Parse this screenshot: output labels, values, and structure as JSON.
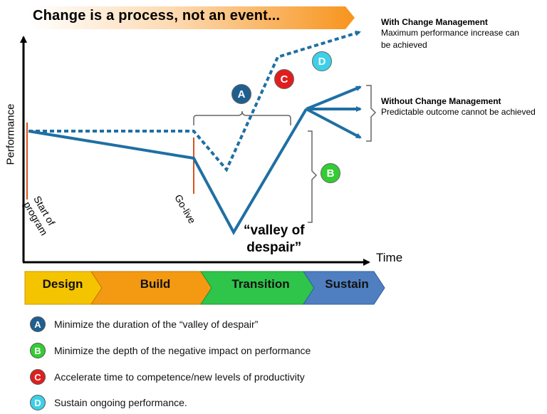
{
  "title": "Change is a process, not an event...",
  "axis": {
    "y_label": "Performance",
    "x_label": "Time"
  },
  "milestones": {
    "start": [
      "Start of",
      "program"
    ],
    "golive": "Go-live"
  },
  "valley": [
    "“valley of",
    "despair”"
  ],
  "with_cm": {
    "heading": "With Change Management",
    "line1": "Maximum performance increase can",
    "line2": "be achieved"
  },
  "without_cm": {
    "heading": "Without Change Management",
    "text": "Predictable outcome cannot be achieved"
  },
  "phases": [
    {
      "label": "Design",
      "color": "#f5c400"
    },
    {
      "label": "Build",
      "color": "#f39a12"
    },
    {
      "label": "Transition",
      "color": "#2fc44a"
    },
    {
      "label": "Sustain",
      "color": "#4f7fc0"
    }
  ],
  "markers": [
    {
      "letter": "A",
      "color": "#1f5f8f"
    },
    {
      "letter": "C",
      "color": "#e01e1e"
    },
    {
      "letter": "D",
      "color": "#3dd0e8"
    },
    {
      "letter": "B",
      "color": "#33cc33"
    }
  ],
  "legend": [
    {
      "letter": "A",
      "color": "#1f5f8f",
      "text": "Minimize the duration of the “valley of despair”"
    },
    {
      "letter": "B",
      "color": "#33cc33",
      "text": "Minimize the depth of the negative impact on performance"
    },
    {
      "letter": "C",
      "color": "#e01e1e",
      "text": "Accelerate time to competence/new levels of productivity"
    },
    {
      "letter": "D",
      "color": "#3dd0e8",
      "text": "Sustain ongoing performance."
    }
  ]
}
